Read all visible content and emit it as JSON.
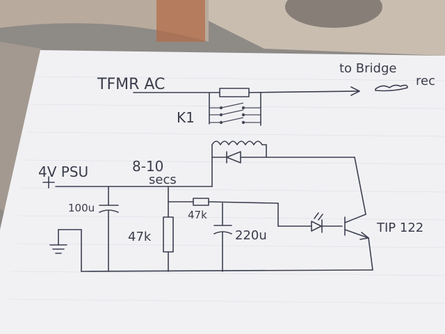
{
  "title_label": "TFMR AC",
  "arrow_label_1": "to Bridge",
  "arrow_label_2": "rec",
  "relay_label": "K1",
  "psu_label": "4V PSU",
  "timing_label_1": "8-10",
  "timing_label_2": "secs",
  "cap1_label": "100u",
  "res1_label": "47k",
  "res2_label": "47k",
  "cap2_label": "220u",
  "transistor_label": "TIP 122",
  "colors": {
    "ink": "#3b3e4e",
    "paper": "#f1f1f4",
    "background": "#9a8f86"
  }
}
